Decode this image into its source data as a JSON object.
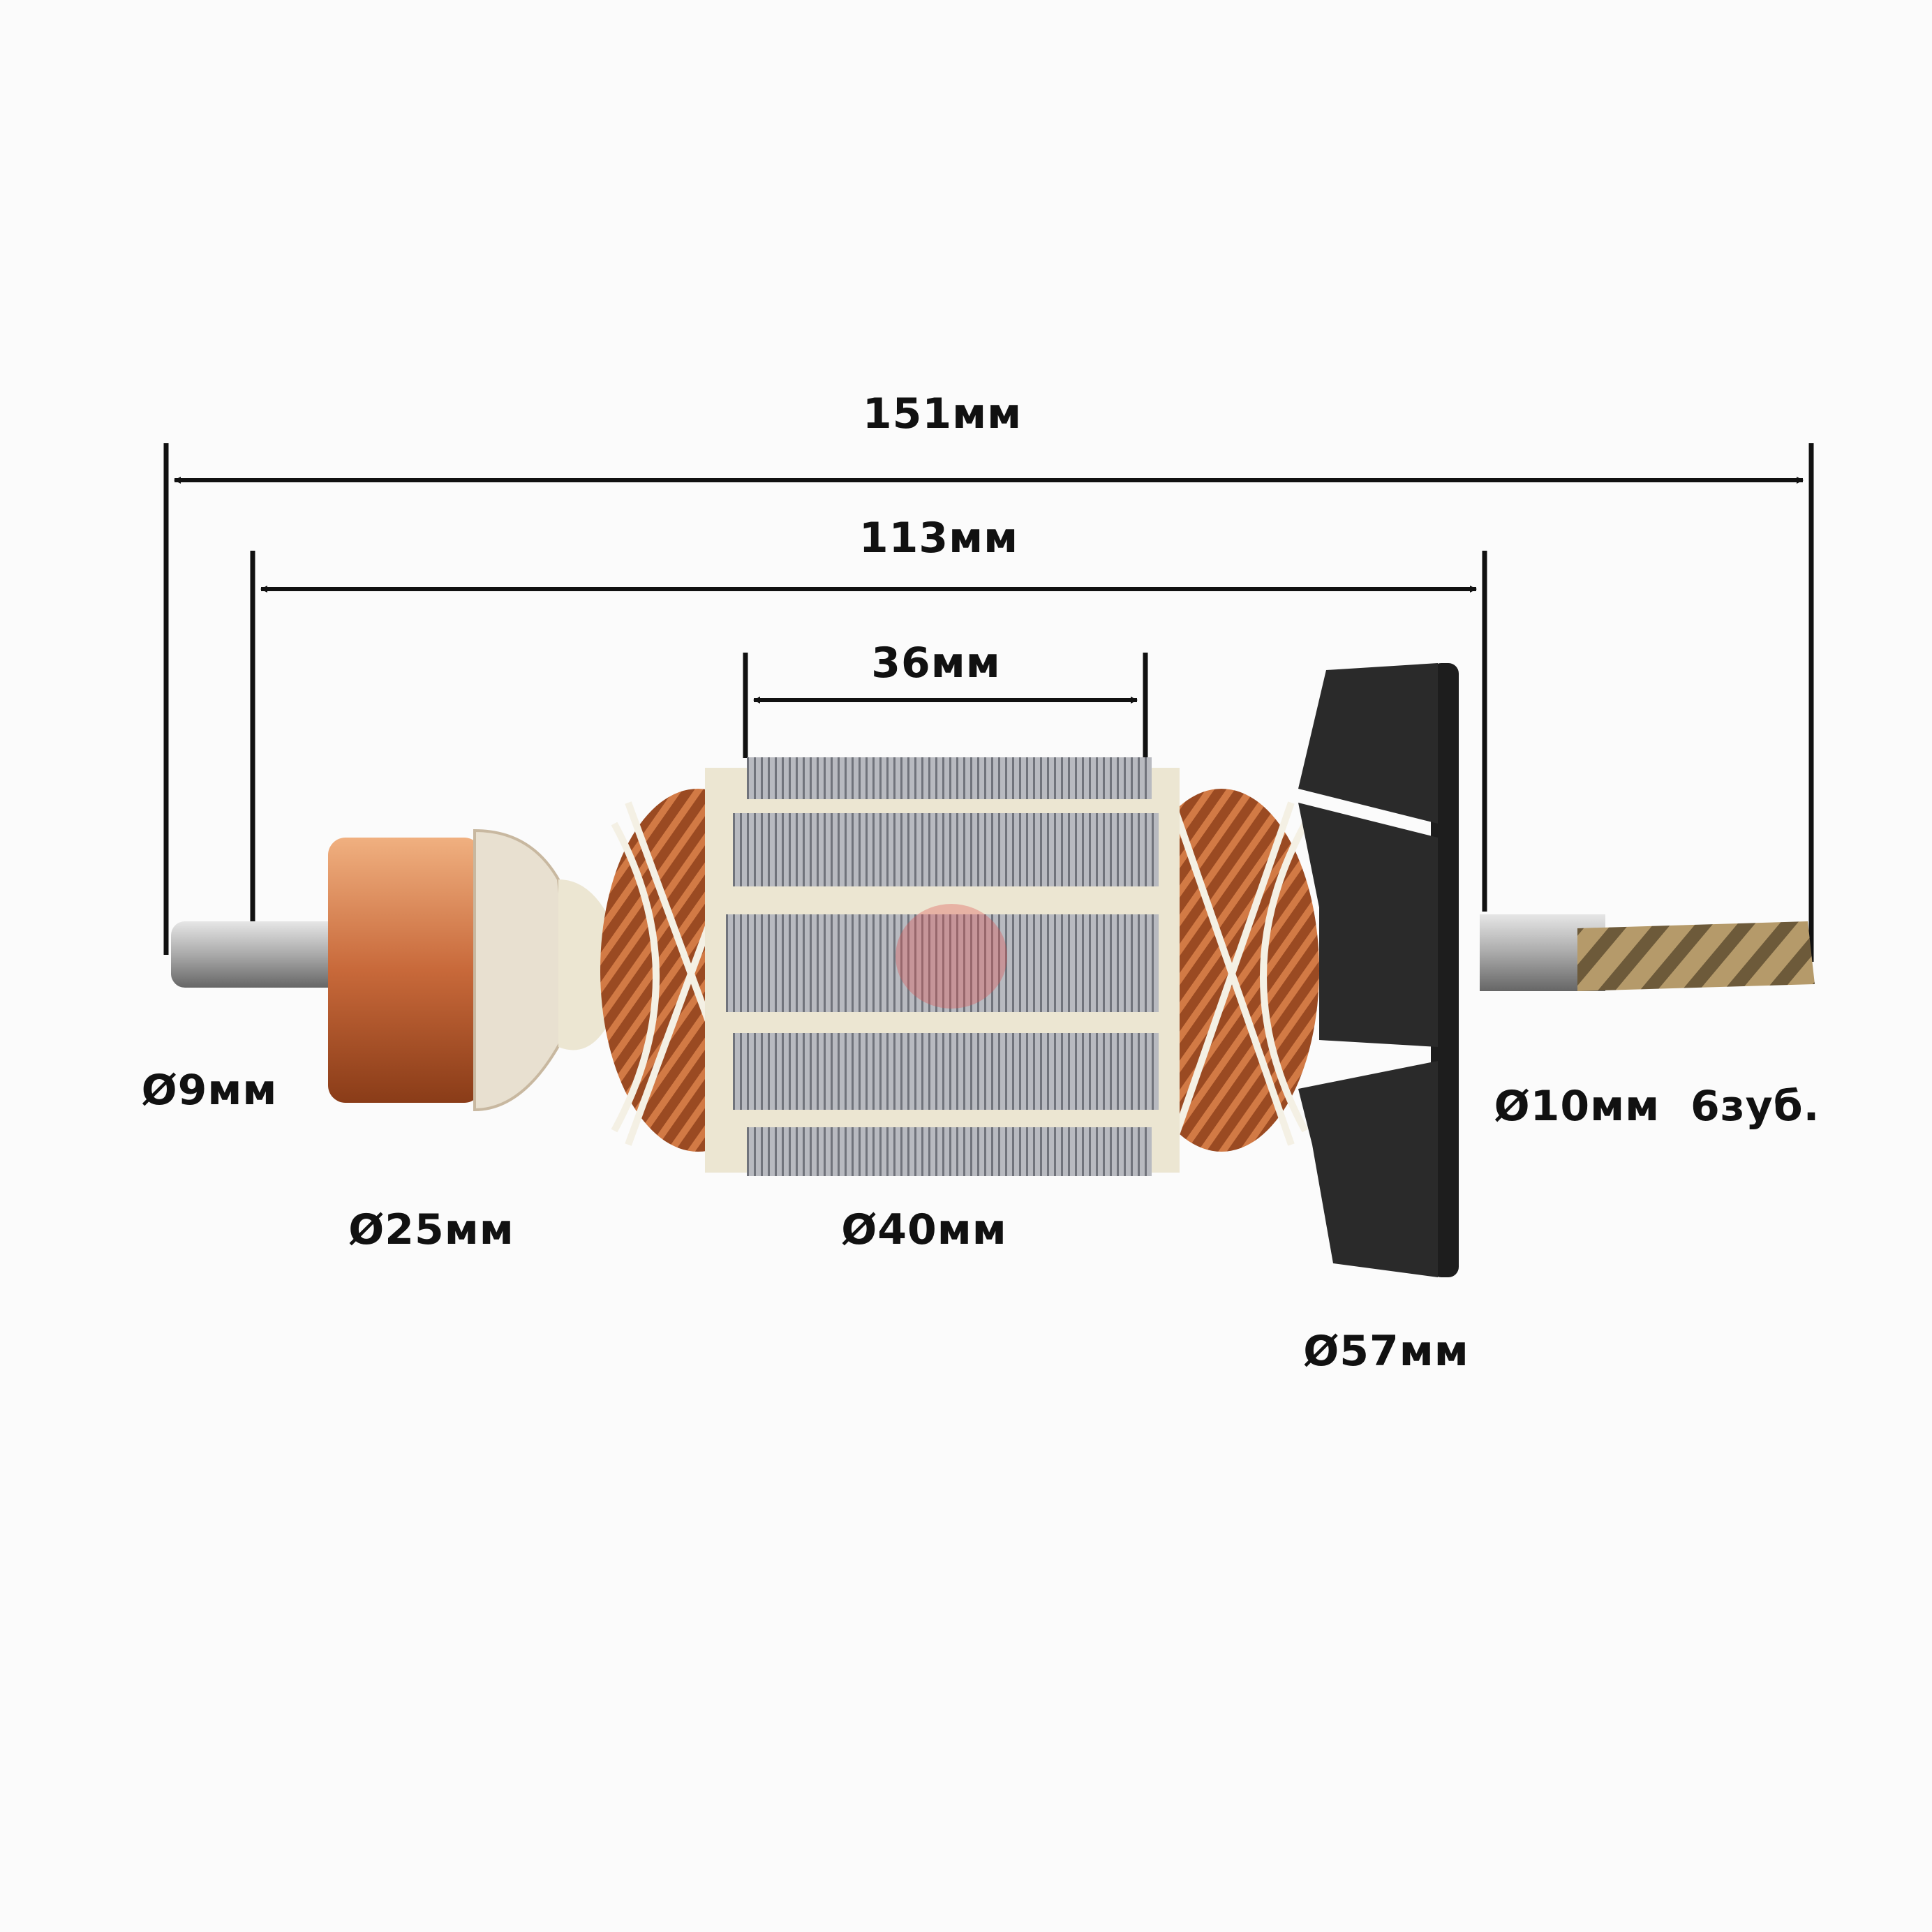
{
  "dimensions": {
    "total_length": "151мм",
    "bearing_span": "113мм",
    "core_length": "36мм",
    "rear_shaft_diameter": "Ø9мм",
    "commutator_diameter": "Ø25мм",
    "core_diameter": "Ø40мм",
    "front_shaft": "Ø10мм  6зуб.",
    "fan_diameter": "Ø57мм"
  },
  "colors": {
    "copper": "#c8693a",
    "steel": "#9a9ca3",
    "insulation": "#ece6d2",
    "fan": "#2a2a2a",
    "arrow": "#111111"
  }
}
